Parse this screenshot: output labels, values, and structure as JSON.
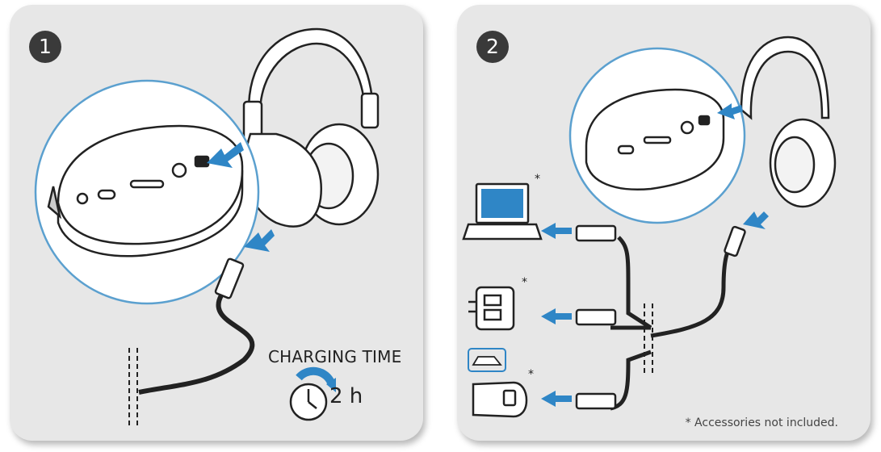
{
  "steps": [
    {
      "number": "1"
    },
    {
      "number": "2"
    }
  ],
  "charging": {
    "label": "CHARGING TIME",
    "value": "2 h"
  },
  "accessory_marker": "*",
  "footnote": "* Accessories not included.",
  "icons": [
    "headphones-icon",
    "usb-cable-icon",
    "clock-icon",
    "laptop-icon",
    "wall-charger-icon",
    "car-charger-icon",
    "car-icon",
    "arrow-icon"
  ],
  "colors": {
    "panel": "#e7e7e7",
    "highlight": "#2f86c6",
    "lens": "#5ba0cf",
    "screen": "#2f86c6",
    "badge": "#3a3a3a"
  }
}
